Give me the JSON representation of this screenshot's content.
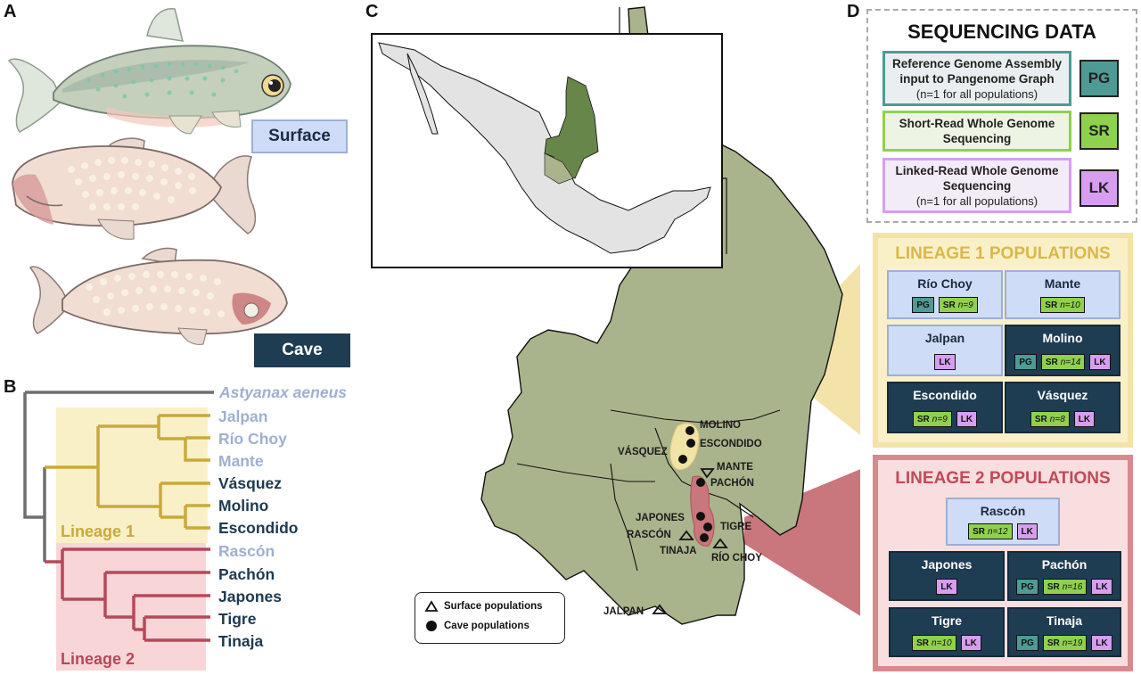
{
  "panels": {
    "a": "A",
    "b": "B",
    "c": "C",
    "d": "D"
  },
  "fish_labels": {
    "surface": "Surface",
    "cave": "Cave"
  },
  "tree": {
    "outgroup": "Astyanax aeneus",
    "lineage1_taxa": [
      {
        "name": "Jalpan",
        "type": "surface"
      },
      {
        "name": "Río Choy",
        "type": "surface"
      },
      {
        "name": "Mante",
        "type": "surface"
      },
      {
        "name": "Vásquez",
        "type": "cave"
      },
      {
        "name": "Molino",
        "type": "cave"
      },
      {
        "name": "Escondido",
        "type": "cave"
      }
    ],
    "lineage2_taxa": [
      {
        "name": "Rascón",
        "type": "surface"
      },
      {
        "name": "Pachón",
        "type": "cave"
      },
      {
        "name": "Japones",
        "type": "cave"
      },
      {
        "name": "Tigre",
        "type": "cave"
      },
      {
        "name": "Tinaja",
        "type": "cave"
      }
    ],
    "lineage1_label": "Lineage 1",
    "lineage2_label": "Lineage 2",
    "colors": {
      "outgroup_branch": "#6f6f6f",
      "lineage1": "#c9a93c",
      "lineage2": "#b5495a",
      "lineage1_bg": "#faf0c8",
      "lineage2_bg": "#f8d6d8"
    }
  },
  "map": {
    "sites": {
      "molino": "MOLINO",
      "escondido": "ESCONDIDO",
      "vasquez": "VÁSQUEZ",
      "mante": "MANTE",
      "pachon": "PACHÓN",
      "japones": "JAPONES",
      "tigre": "TIGRE",
      "rascon": "RASCÓN",
      "tinaja": "TINAJA",
      "rio_choy": "RÍO CHOY",
      "jalpan": "JALPAN"
    },
    "legend": {
      "surface": "Surface populations",
      "cave": "Cave populations"
    },
    "colors": {
      "land": "#aab48c",
      "mexico": "#e3e3e3",
      "highlight": "#66864a"
    }
  },
  "sequencing": {
    "title": "SEQUENCING DATA",
    "items": [
      {
        "line1": "Reference Genome Assembly",
        "line2": "input to Pangenome Graph",
        "note": "(n=1 for all populations)",
        "tag": "PG",
        "border": "#4f9a94",
        "bg": "#e9eef0",
        "tag_bg": "#4f9a94"
      },
      {
        "line1": "Short-Read Whole Genome",
        "line2": "Sequencing",
        "note": "",
        "tag": "SR",
        "border": "#8fd14f",
        "bg": "#eef4e3",
        "tag_bg": "#8fd14f"
      },
      {
        "line1": "Linked-Read Whole Genome",
        "line2": "Sequencing",
        "note": "(n=1 for all populations)",
        "tag": "LK",
        "border": "#d79ef0",
        "bg": "#f2ecf6",
        "tag_bg": "#d79ef0"
      }
    ]
  },
  "lineage1": {
    "title": "LINEAGE 1 POPULATIONS",
    "color": "#d9b84a",
    "populations": [
      {
        "name": "Río Choy",
        "type": "surface",
        "tags": [
          {
            "k": "PG"
          },
          {
            "k": "SR",
            "n": "n=9"
          }
        ]
      },
      {
        "name": "Mante",
        "type": "surface",
        "tags": [
          {
            "k": "SR",
            "n": "n=10"
          }
        ]
      },
      {
        "name": "Jalpan",
        "type": "surface",
        "tags": [
          {
            "k": "LK"
          }
        ]
      },
      {
        "name": "Molino",
        "type": "cave",
        "tags": [
          {
            "k": "PG"
          },
          {
            "k": "SR",
            "n": "n=14"
          },
          {
            "k": "LK"
          }
        ]
      },
      {
        "name": "Escondido",
        "type": "cave",
        "tags": [
          {
            "k": "SR",
            "n": "n=9"
          },
          {
            "k": "LK"
          }
        ]
      },
      {
        "name": "Vásquez",
        "type": "cave",
        "tags": [
          {
            "k": "SR",
            "n": "n=8"
          },
          {
            "k": "LK"
          }
        ]
      }
    ]
  },
  "lineage2": {
    "title": "LINEAGE 2 POPULATIONS",
    "color": "#c04a5a",
    "populations": [
      {
        "name": "Rascón",
        "type": "surface",
        "tags": [
          {
            "k": "SR",
            "n": "n=12"
          },
          {
            "k": "LK"
          }
        ]
      },
      {
        "name": "Japones",
        "type": "cave",
        "tags": [
          {
            "k": "LK"
          }
        ]
      },
      {
        "name": "Pachón",
        "type": "cave",
        "tags": [
          {
            "k": "PG"
          },
          {
            "k": "SR",
            "n": "n=16"
          },
          {
            "k": "LK"
          }
        ]
      },
      {
        "name": "Tigre",
        "type": "cave",
        "tags": [
          {
            "k": "SR",
            "n": "n=10"
          },
          {
            "k": "LK"
          }
        ]
      },
      {
        "name": "Tinaja",
        "type": "cave",
        "tags": [
          {
            "k": "PG"
          },
          {
            "k": "SR",
            "n": "n=19"
          },
          {
            "k": "LK"
          }
        ]
      }
    ]
  }
}
